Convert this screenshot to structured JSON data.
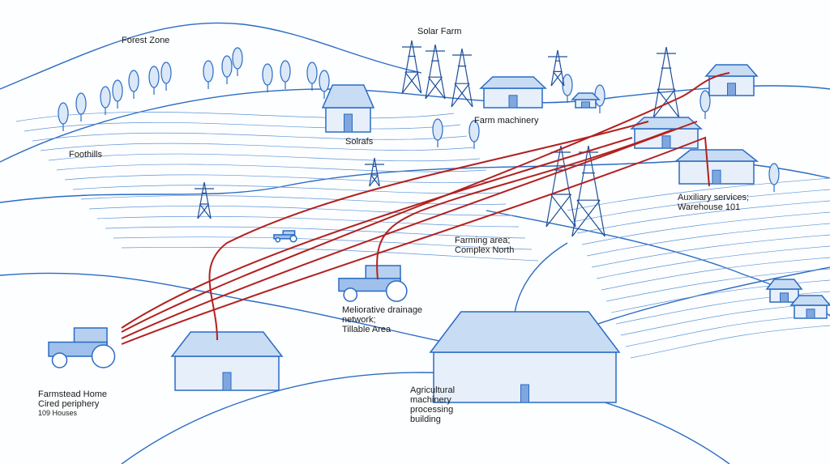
{
  "labels": {
    "forest_zone": "Forest Zone",
    "solar_farm": "Solar Farm",
    "farm_machinery": "Farm machinery",
    "solrafs": "Solrafs",
    "foothills": "Foothills",
    "auxiliary": [
      "Auxiliary services;",
      "Warehouse 101"
    ],
    "farming_area": [
      "Farming area;",
      "Complex North"
    ],
    "drainage": [
      "Meliorative drainage",
      "network;",
      "Tillable Area"
    ],
    "farmstead": [
      "Farmstead Home",
      "Cired periphery",
      "109 Houses"
    ],
    "agri_building": [
      "Agricultural",
      "machinery",
      "processing",
      "building"
    ]
  },
  "colors": {
    "ink": "#2a6bc4",
    "line": "#b3201f"
  }
}
